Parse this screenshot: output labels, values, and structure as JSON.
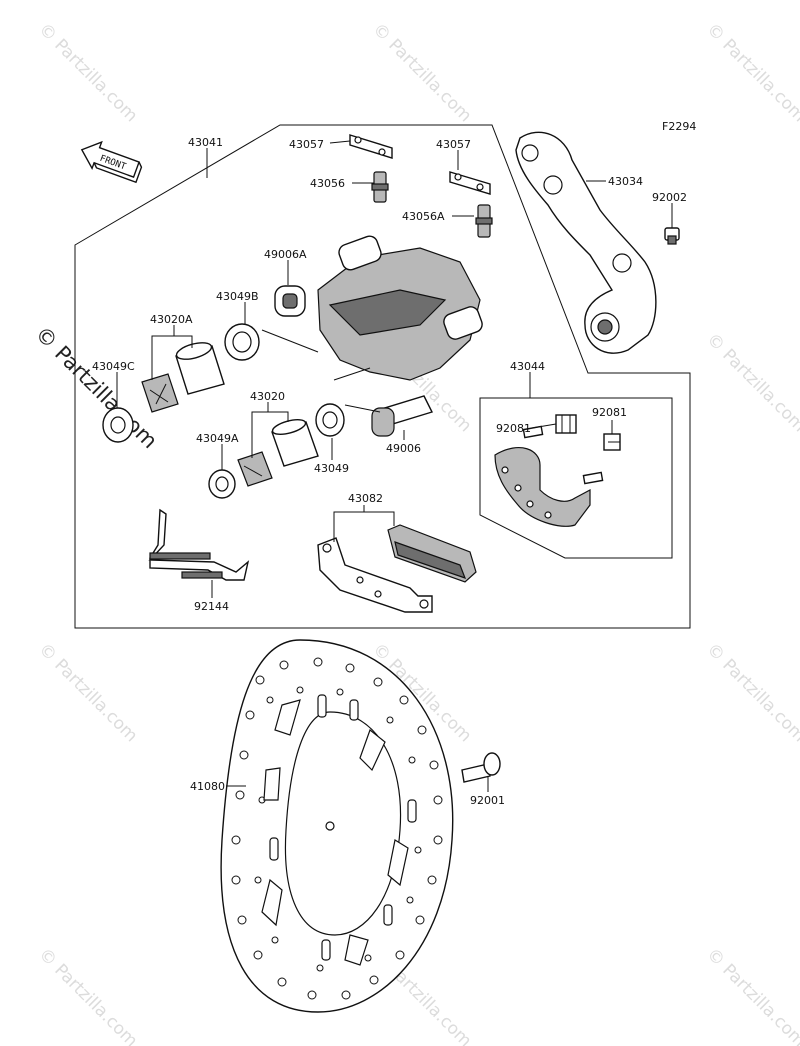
{
  "diagram": {
    "code": "F2294",
    "front_label": "FRONT",
    "parts": [
      {
        "id": "p43041",
        "label": "43041"
      },
      {
        "id": "p43057a",
        "label": "43057"
      },
      {
        "id": "p43057b",
        "label": "43057"
      },
      {
        "id": "p43056",
        "label": "43056"
      },
      {
        "id": "p43056A",
        "label": "43056A"
      },
      {
        "id": "p43034",
        "label": "43034"
      },
      {
        "id": "p92002",
        "label": "92002"
      },
      {
        "id": "p49006A",
        "label": "49006A"
      },
      {
        "id": "p43049B",
        "label": "43049B"
      },
      {
        "id": "p43020A",
        "label": "43020A"
      },
      {
        "id": "p43049C",
        "label": "43049C"
      },
      {
        "id": "p43020",
        "label": "43020"
      },
      {
        "id": "p43049A",
        "label": "43049A"
      },
      {
        "id": "p43049",
        "label": "43049"
      },
      {
        "id": "p49006",
        "label": "49006"
      },
      {
        "id": "p43044",
        "label": "43044"
      },
      {
        "id": "p92081a",
        "label": "92081"
      },
      {
        "id": "p92081b",
        "label": "92081"
      },
      {
        "id": "p43082",
        "label": "43082"
      },
      {
        "id": "p92144",
        "label": "92144"
      },
      {
        "id": "p41080",
        "label": "41080"
      },
      {
        "id": "p92001",
        "label": "92001"
      }
    ]
  },
  "watermark": {
    "text": "© Partzilla.com",
    "large_text": "© Partzilla.com"
  }
}
